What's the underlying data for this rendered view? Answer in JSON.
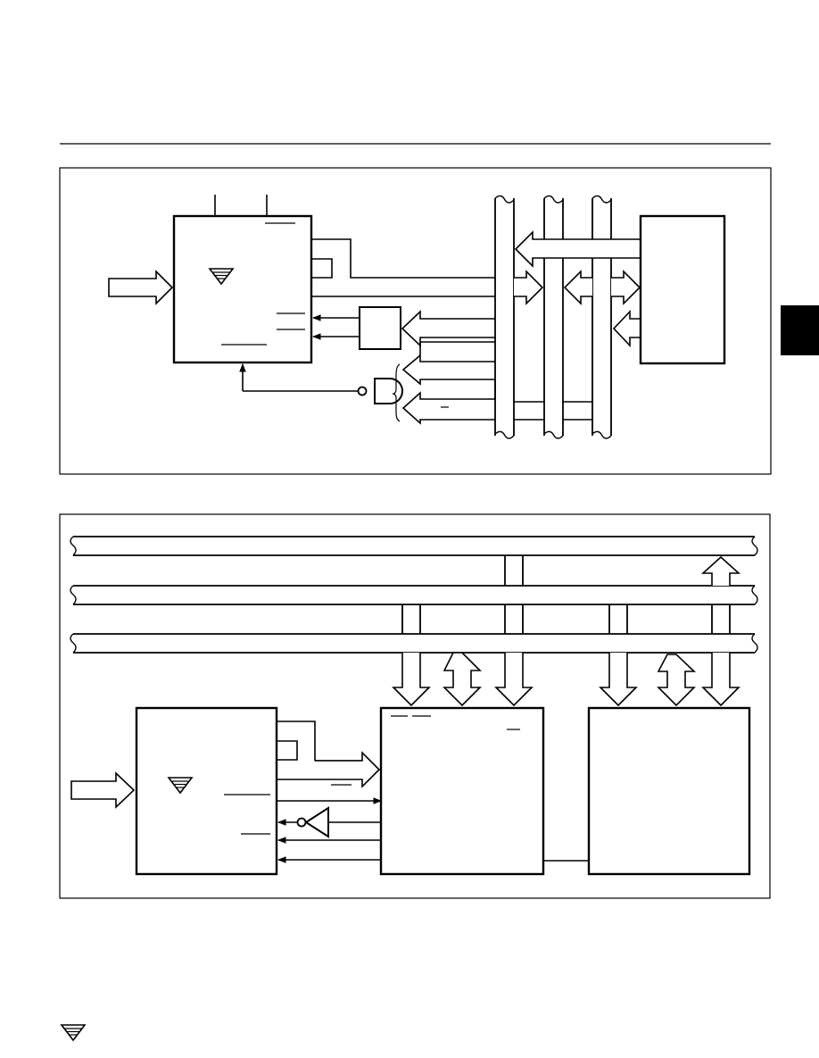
{
  "page": {
    "background": "#ffffff",
    "line_color": "#000000",
    "section_tab_color": "#000000"
  },
  "figure_1": {
    "type": "block-diagram",
    "blocks": [
      "controller",
      "latch",
      "nand-gate",
      "peripheral"
    ],
    "buses": 3
  },
  "figure_2": {
    "type": "block-diagram",
    "blocks": [
      "controller",
      "interface-device",
      "peripheral",
      "inverter"
    ],
    "buses": 3
  },
  "footer": {
    "logo_icon": "logo-icon"
  }
}
